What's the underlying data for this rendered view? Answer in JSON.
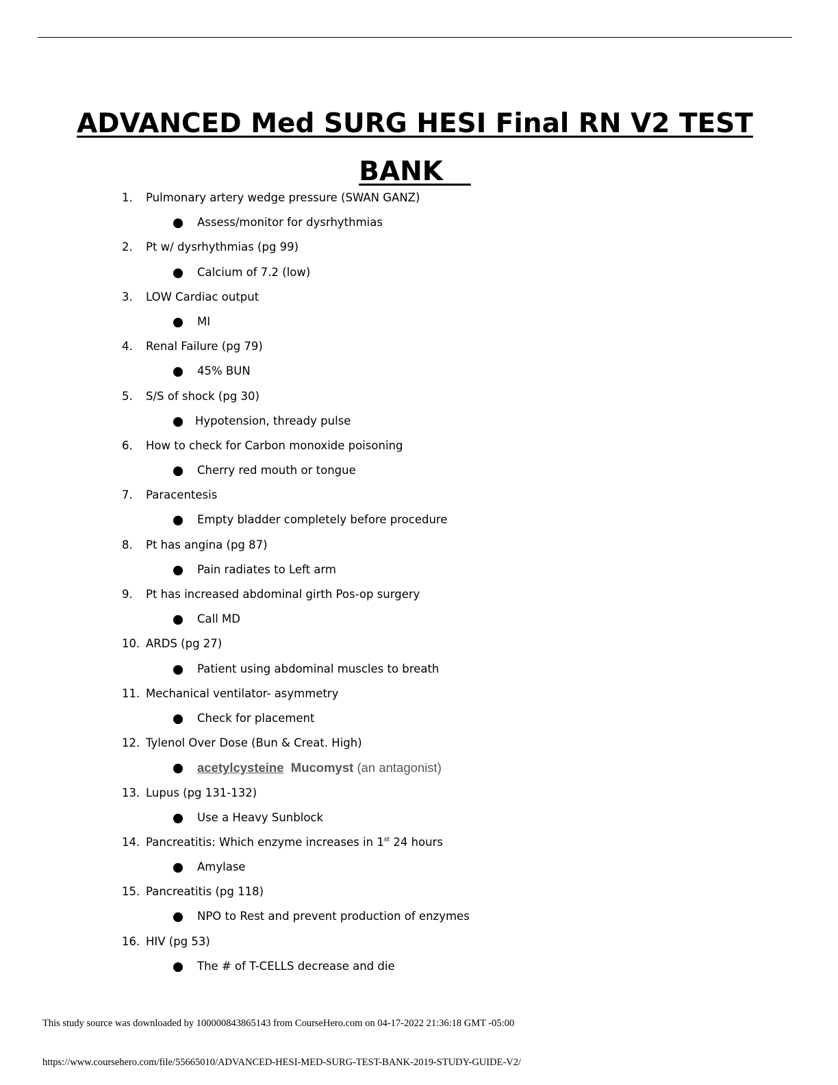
{
  "document": {
    "title_line1": "ADVANCED Med SURG HESI Final RN V2 TEST",
    "title_line2": "BANK   "
  },
  "items": [
    {
      "num": "1.",
      "question": "Pulmonary artery wedge pressure (SWAN GANZ)",
      "answer": "Assess/monitor for dysrhythmias"
    },
    {
      "num": "2.",
      "question": "Pt w/ dysrhythmias (pg 99)",
      "answer": "Calcium of 7.2 (low)"
    },
    {
      "num": "3.",
      "question": "LOW Cardiac output",
      "answer": "MI"
    },
    {
      "num": "4.",
      "question": "Renal Failure (pg 79)",
      "answer": "45% BUN"
    },
    {
      "num": "5.",
      "question": "S/S of shock (pg 30)",
      "answer": "Hypotension, thready pulse"
    },
    {
      "num": "6.",
      "question": "How to check for Carbon monoxide poisoning",
      "answer": "Cherry red mouth or tongue"
    },
    {
      "num": "7.",
      "question": "Paracentesis",
      "answer": "Empty bladder completely before procedure"
    },
    {
      "num": "8.",
      "question": "Pt has angina  (pg 87)",
      "answer": "Pain radiates to Left arm"
    },
    {
      "num": "9.",
      "question": "Pt has increased abdominal girth Pos-op surgery",
      "answer": "Call MD"
    },
    {
      "num": "10.",
      "question": "ARDS (pg 27)",
      "answer": "Patient using abdominal muscles to breath"
    },
    {
      "num": "11.",
      "question": "Mechanical ventilator- asymmetry",
      "answer": "Check for placement"
    },
    {
      "num": "12.",
      "question": "Tylenol Over Dose (Bun & Creat. High)",
      "answer_drug": {
        "link": "acetylcysteine",
        "brand": "Mucomyst",
        "note": "(an antagonist)"
      }
    },
    {
      "num": "13.",
      "question": "Lupus (pg 131-132)",
      "answer": "Use a Heavy Sunblock"
    },
    {
      "num": "14.",
      "question_pre": "Pancreatitis: Which enzyme increases in 1",
      "question_sup": "st",
      "question_post": " 24 hours",
      "answer": "Amylase"
    },
    {
      "num": "15.",
      "question": "Pancreatitis (pg 118)",
      "answer": "NPO to Rest and prevent production of enzymes"
    },
    {
      "num": "16.",
      "question": "HIV (pg 53)",
      "answer": "The # of T-CELLS decrease and die"
    }
  ],
  "footer": {
    "source": "This study source was downloaded by 100000843865143 from CourseHero.com on 04-17-2022 21:36:18 GMT -05:00",
    "url": "https://www.coursehero.com/file/55665010/ADVANCED-HESI-MED-SURG-TEST-BANK-2019-STUDY-GUIDE-V2/"
  }
}
